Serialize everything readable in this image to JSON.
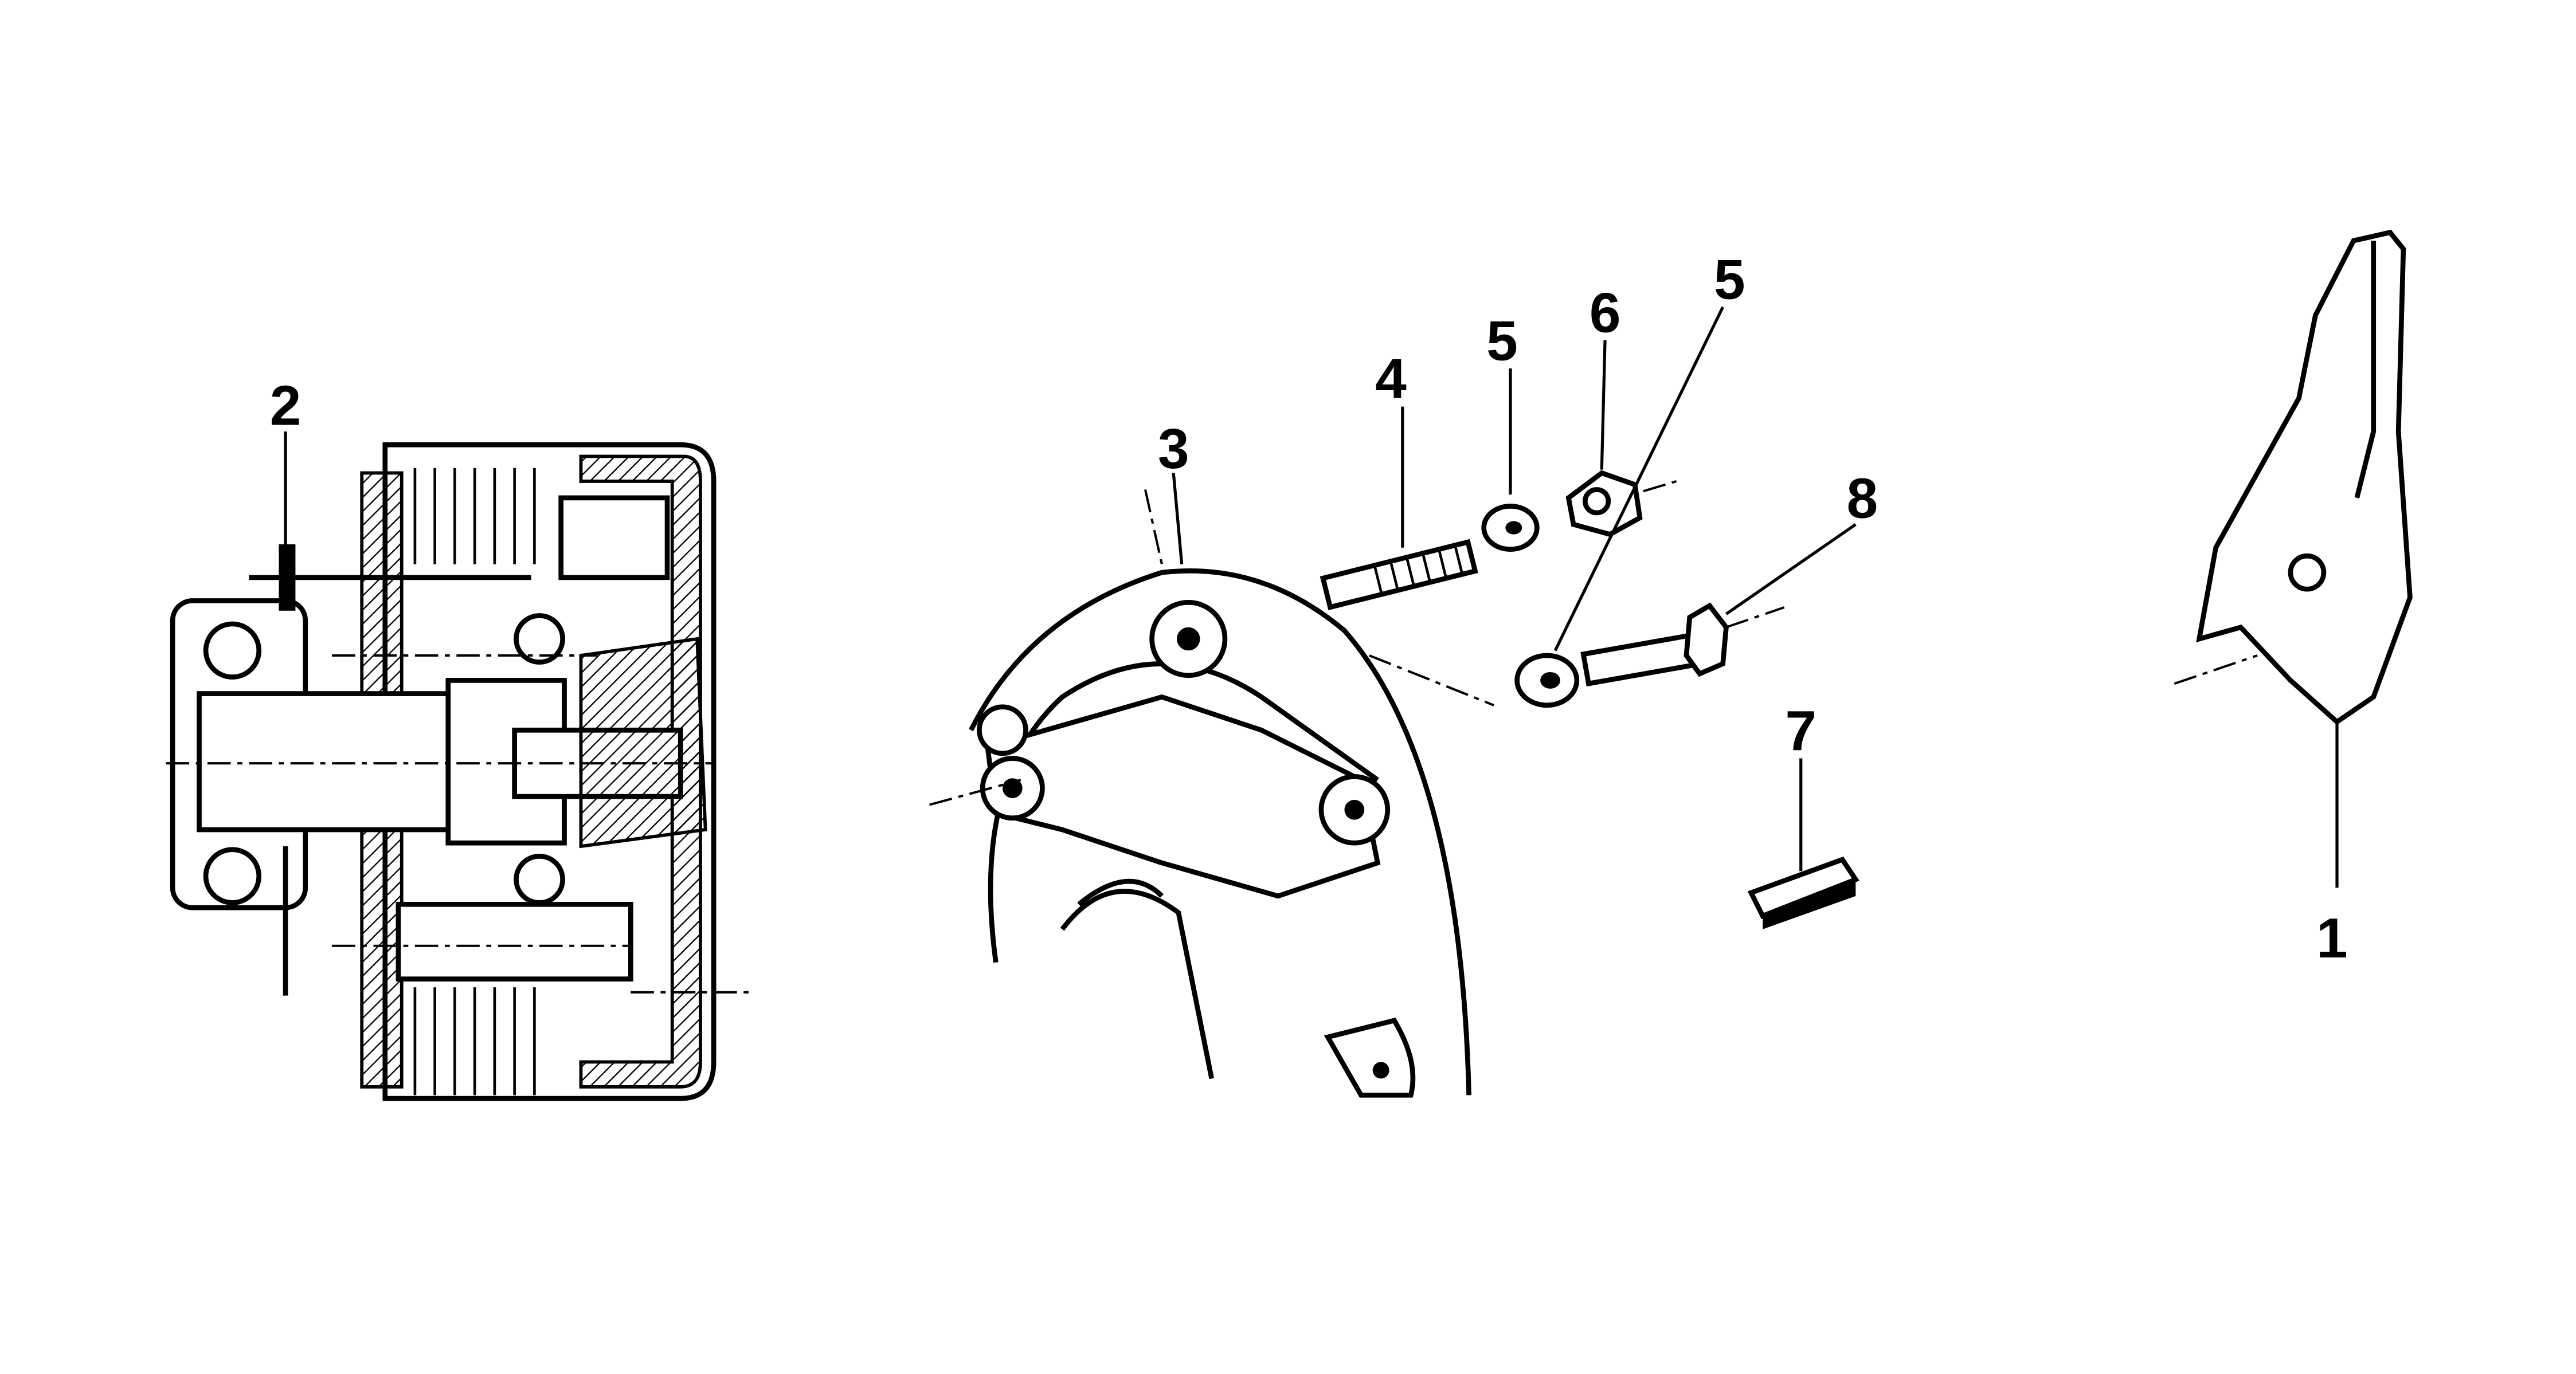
{
  "diagram": {
    "callouts": [
      {
        "id": "clutch-assembly",
        "label": "2"
      },
      {
        "id": "flange-housing",
        "label": "3"
      },
      {
        "id": "stud",
        "label": "4"
      },
      {
        "id": "washer-a",
        "label": "5"
      },
      {
        "id": "nut",
        "label": "6"
      },
      {
        "id": "washer-b",
        "label": "5"
      },
      {
        "id": "bolt",
        "label": "8"
      },
      {
        "id": "key",
        "label": "7"
      },
      {
        "id": "lever",
        "label": "1"
      }
    ]
  }
}
